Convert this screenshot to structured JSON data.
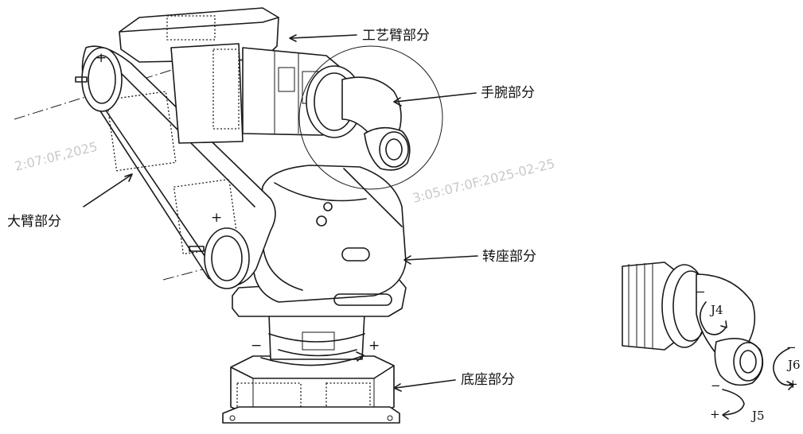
{
  "labels": {
    "process_arm": "工艺臂部分",
    "wrist": "手腕部分",
    "big_arm": "大臂部分",
    "rotary_seat": "转座部分",
    "base": "底座部分"
  },
  "joints": {
    "j4": "J4",
    "j5": "J5",
    "j6": "J6"
  },
  "signs": {
    "plus": "+",
    "minus": "−"
  },
  "watermark": {
    "line1": "2:07:0F,2025",
    "line2": "3:05:07:0F:2025-02-25"
  }
}
